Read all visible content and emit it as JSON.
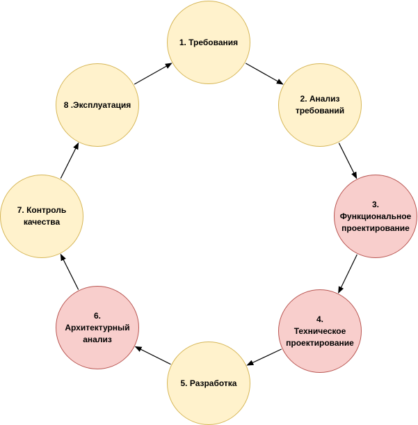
{
  "diagram": {
    "colors": {
      "fill_default": "#fff2cc",
      "stroke_default": "#d6b656",
      "fill_highlight": "#f8cecc",
      "stroke_highlight": "#b85450",
      "arrow": "#000000"
    },
    "nodes": [
      {
        "id": "n1",
        "label": "1. Требования",
        "style": "default"
      },
      {
        "id": "n2",
        "label": "2. Анализ\nтребований",
        "style": "default"
      },
      {
        "id": "n3",
        "label": "3.\nФункциональное\nпроектирование",
        "style": "highlight"
      },
      {
        "id": "n4",
        "label": "4.\nТехническое\nпроектирование",
        "style": "highlight"
      },
      {
        "id": "n5",
        "label": "5. Разработка",
        "style": "default"
      },
      {
        "id": "n6",
        "label": "6.\nАрхитектурный\nанализ",
        "style": "highlight"
      },
      {
        "id": "n7",
        "label": "7. Контроль\nкачества",
        "style": "default"
      },
      {
        "id": "n8",
        "label": "8 .Эксплуатация",
        "style": "default"
      }
    ],
    "edges": [
      {
        "from": "n1",
        "to": "n2"
      },
      {
        "from": "n2",
        "to": "n3"
      },
      {
        "from": "n3",
        "to": "n4"
      },
      {
        "from": "n4",
        "to": "n5"
      },
      {
        "from": "n5",
        "to": "n6"
      },
      {
        "from": "n6",
        "to": "n7"
      },
      {
        "from": "n7",
        "to": "n8"
      },
      {
        "from": "n8",
        "to": "n1"
      }
    ]
  }
}
